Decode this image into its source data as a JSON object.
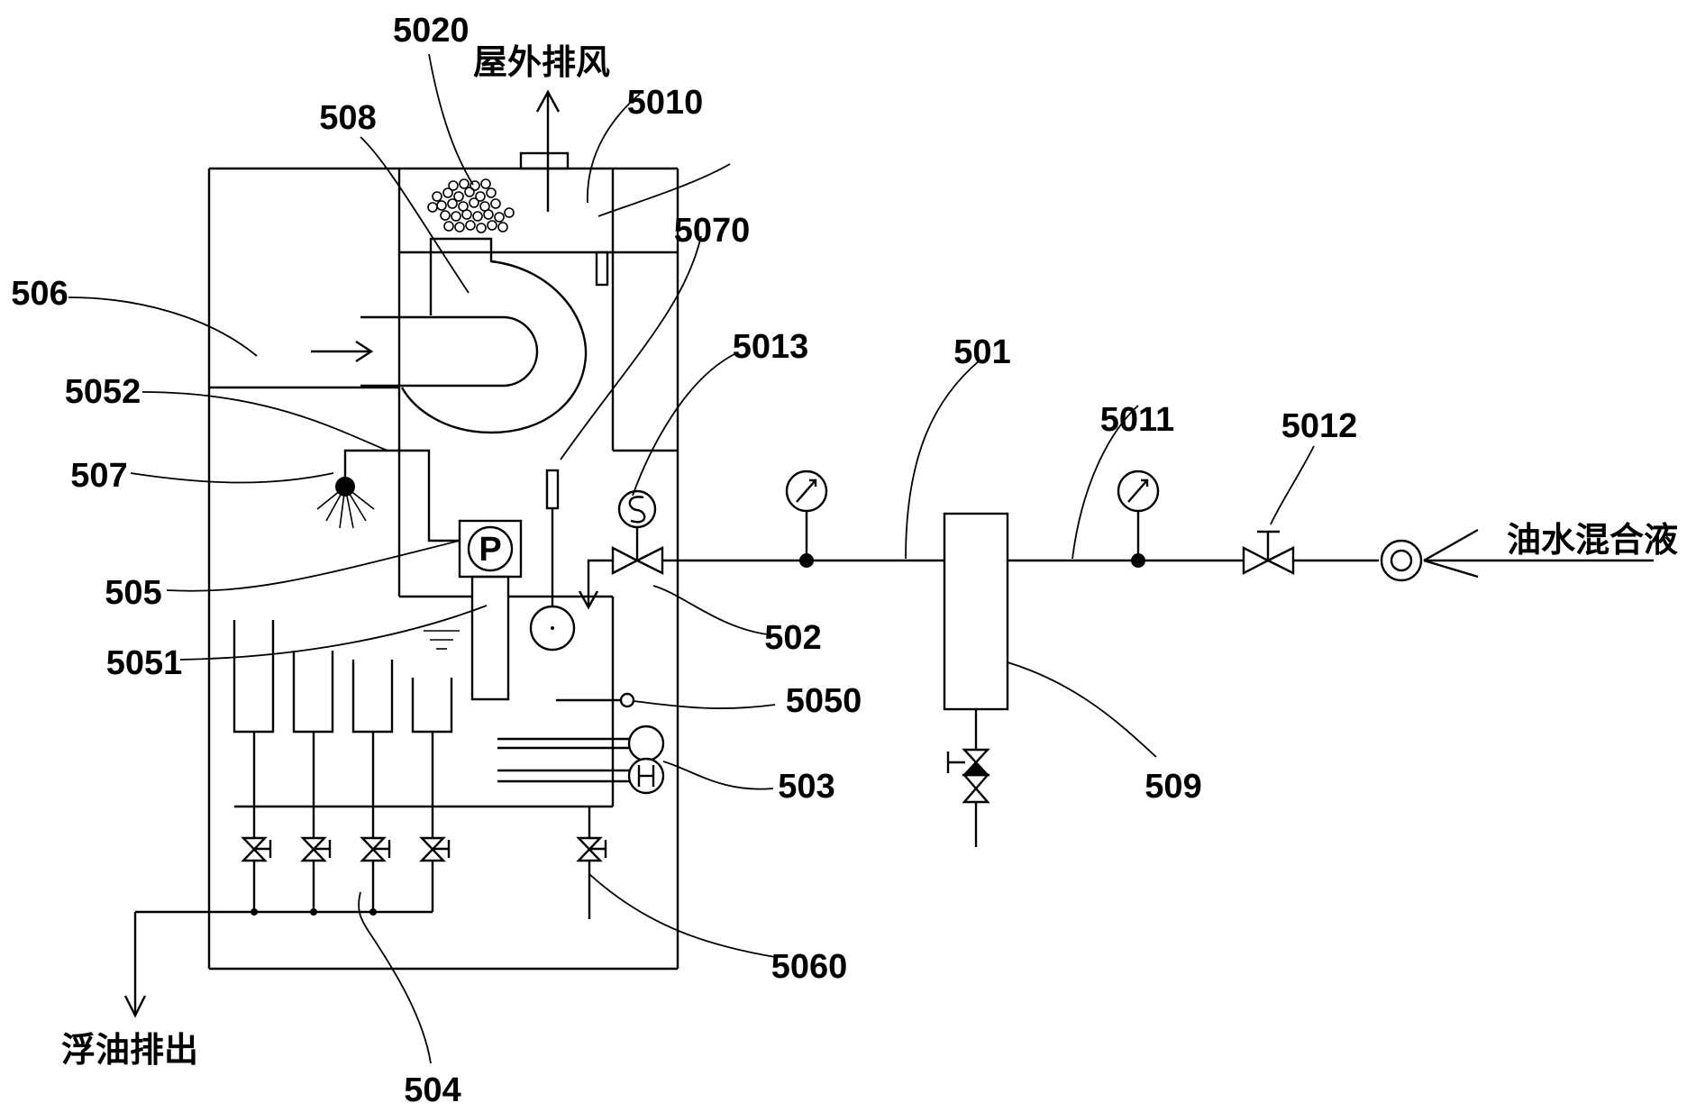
{
  "labels": {
    "exhaust": "屋外排风",
    "inlet": "油水混合液",
    "oil_out": "浮油排出"
  },
  "refs": {
    "r501": "501",
    "r502": "502",
    "r503": "503",
    "r504": "504",
    "r505": "505",
    "r506": "506",
    "r507": "507",
    "r508": "508",
    "r509": "509",
    "r5010": "5010",
    "r5011": "5011",
    "r5012": "5012",
    "r5013": "5013",
    "r5020": "5020",
    "r5050": "5050",
    "r5051": "5051",
    "r5052": "5052",
    "r5060": "5060",
    "r5070": "5070"
  },
  "pump_symbol": "P"
}
